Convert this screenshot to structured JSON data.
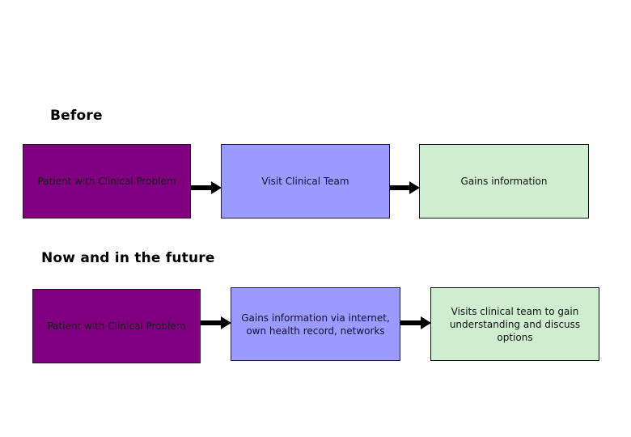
{
  "diagram": {
    "sections": [
      {
        "heading": "Before",
        "nodes": [
          {
            "label": "Patient with Clinical Problem",
            "color": "#800080",
            "shape": "rectangle"
          },
          {
            "label": "Visit Clinical Team",
            "color": "#9a9aff",
            "shape": "rectangle"
          },
          {
            "label": "Gains information",
            "color": "#cfeecf",
            "shape": "rectangle"
          }
        ],
        "arrows": [
          {
            "name": "arrow-right",
            "from": "Patient with Clinical Problem",
            "to": "Visit Clinical Team"
          },
          {
            "name": "arrow-right",
            "from": "Visit Clinical Team",
            "to": "Gains information"
          }
        ]
      },
      {
        "heading": "Now and in the future",
        "nodes": [
          {
            "label": "Patient with Clinical Problem",
            "color": "#800080",
            "shape": "rectangle"
          },
          {
            "label": "Gains information via internet, own health record, networks",
            "color": "#9a9aff",
            "shape": "rectangle"
          },
          {
            "label": "Visits clinical team to gain understanding and discuss options",
            "color": "#cfeecf",
            "shape": "rectangle"
          }
        ],
        "arrows": [
          {
            "name": "arrow-right",
            "from": "Patient with Clinical Problem",
            "to": "Gains information via internet, own health record, networks"
          },
          {
            "name": "arrow-right",
            "from": "Gains information via internet, own health record, networks",
            "to": "Visits clinical team to gain understanding and discuss options"
          }
        ]
      }
    ],
    "colors": {
      "purple": "#800080",
      "blue": "#9a9aff",
      "green": "#cfeecf",
      "arrow": "#000000",
      "background": "#ffffff",
      "text": "#111111"
    }
  }
}
